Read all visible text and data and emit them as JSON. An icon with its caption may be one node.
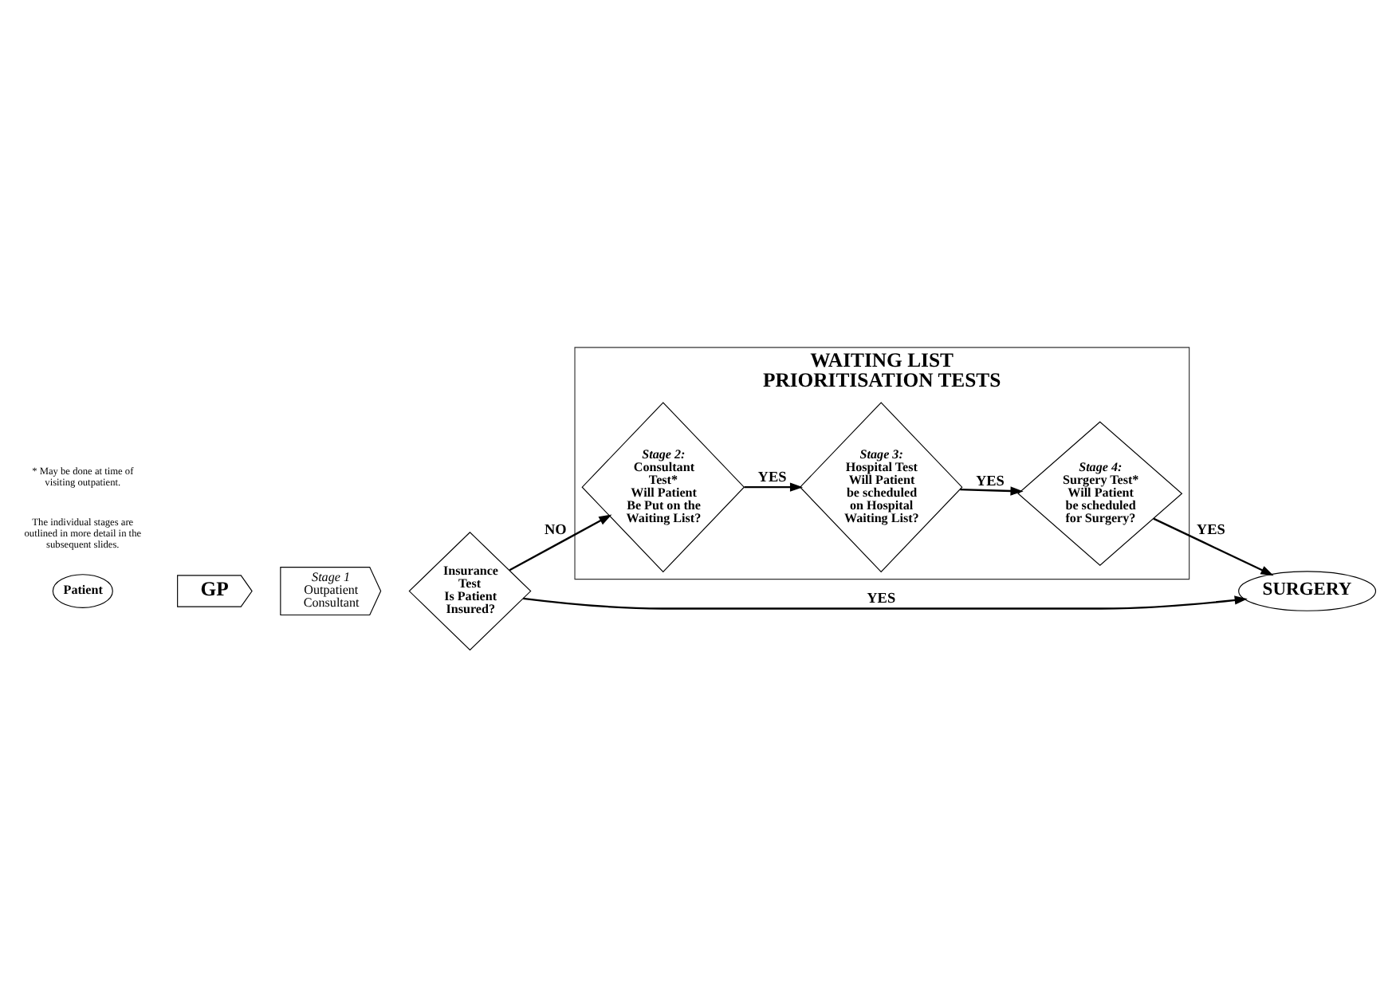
{
  "diagram": {
    "nodes": [
      {
        "text": [
          "Patient"
        ]
      },
      {
        "text": [
          "GP"
        ]
      },
      {
        "text": [
          "Stage 1",
          "Outpatient Consultant"
        ]
      },
      {
        "text": [
          "Insurance Test",
          "Is Patient Insured?"
        ]
      },
      {
        "text": [
          "WAITING LIST PRIORITISATION TESTS"
        ]
      },
      {
        "text": [
          "Stage 2:",
          "Consultant Test*",
          "Will Patient Be Put on the Waiting List?"
        ],
        "in": 4
      },
      {
        "text": [
          "Stage 3:",
          "Hospital Test",
          "Will Patient be scheduled on Hospital Waiting List?"
        ],
        "in": 4
      },
      {
        "text": [
          "Stage 4:",
          "Surgery Test*",
          "Will Patient be scheduled for Surgery?"
        ],
        "in": 4
      },
      {
        "text": [
          "SURGERY"
        ]
      }
    ],
    "edges": [
      {
        "from": 3,
        "to": 5,
        "arrow": "to",
        "label": "NO"
      },
      {
        "from": 3,
        "to": 8,
        "arrow": "to",
        "label": "YES"
      },
      {
        "from": 5,
        "to": 6,
        "arrow": "to",
        "label": "YES"
      },
      {
        "from": 6,
        "to": 7,
        "arrow": "to",
        "label": "YES"
      },
      {
        "from": 7,
        "to": 8,
        "arrow": "to",
        "label": "YES"
      }
    ],
    "labels": [
      "The individual stages are outlined in more detail in the subsequent slides.",
      "* May be done at time of visiting outpatient."
    ]
  }
}
